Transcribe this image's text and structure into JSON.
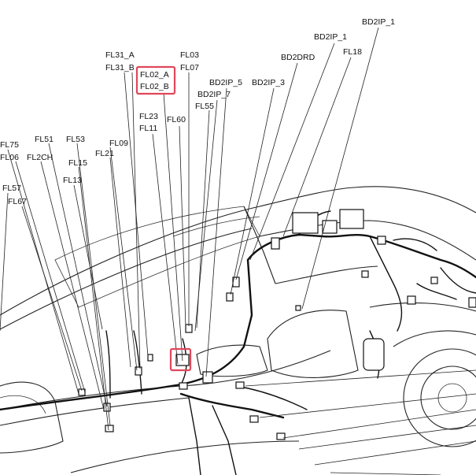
{
  "labels": {
    "BD2IP_1": "BD2IP_1",
    "BD2IP_1b": "BD2IP_1",
    "FL18": "FL18",
    "BD2DRD": "BD2DRD",
    "FL31_A": "FL31_A",
    "FL31_B": "FL31_B",
    "FL03": "FL03",
    "FL07": "FL07",
    "FL02_A": "FL02_A",
    "FL02_B": "FL02_B",
    "BD2IP_5": "BD2IP_5",
    "BD2IP_3": "BD2IP_3",
    "BD2IP_7": "BD2IP_7",
    "FL55": "FL55",
    "FL23": "FL23",
    "FL11": "FL11",
    "FL60": "FL60",
    "FL75": "FL75",
    "FL06": "FL06",
    "FL51": "FL51",
    "FL53": "FL53",
    "FL09": "FL09",
    "FL2CH": "FL2CH",
    "FL15": "FL15",
    "FL21": "FL21",
    "FL13": "FL13",
    "FL57": "FL57",
    "FL67": "FL67"
  },
  "highlight_color": "#e0475b"
}
